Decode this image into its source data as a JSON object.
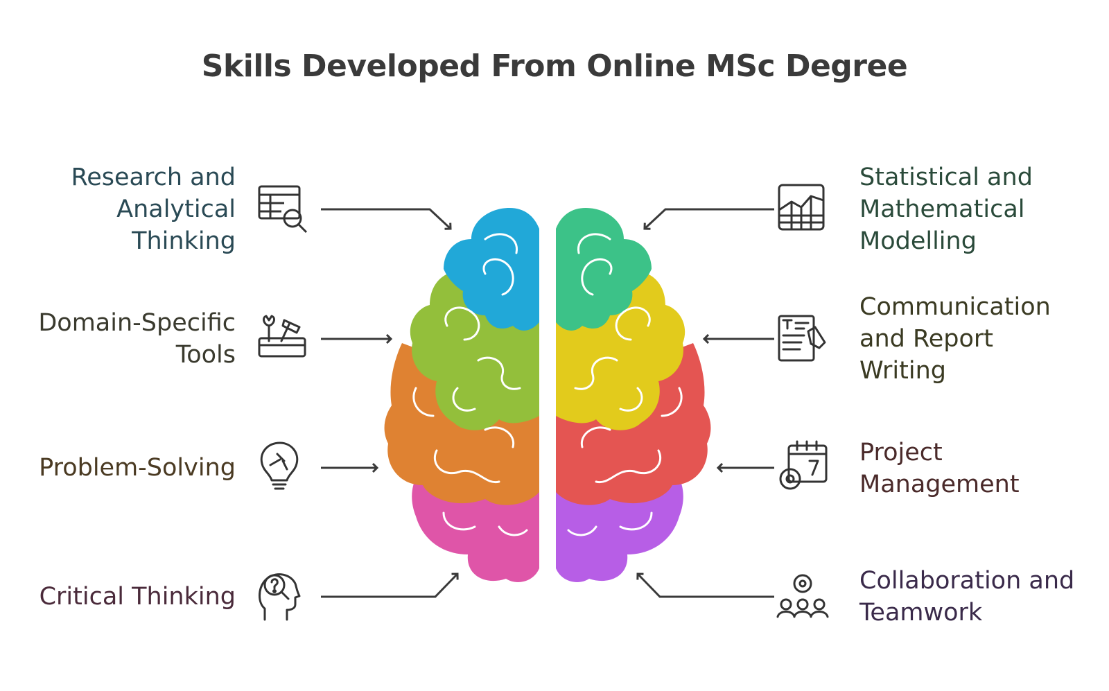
{
  "title": "Skills Developed From Online MSc Degree",
  "skills": {
    "research": {
      "lines": [
        "Research and",
        "Analytical",
        "Thinking"
      ],
      "color": "#2a4a55",
      "icon": "table-search-icon"
    },
    "domain": {
      "lines": [
        "Domain-Specific",
        "Tools"
      ],
      "color": "#3a3a2e",
      "icon": "toolbox-icon"
    },
    "problem": {
      "lines": [
        "Problem-Solving"
      ],
      "color": "#4a3a22",
      "icon": "lightbulb-puzzle-icon"
    },
    "critical": {
      "lines": [
        "Critical Thinking"
      ],
      "color": "#4a2a3a",
      "icon": "head-question-icon"
    },
    "statistical": {
      "lines": [
        "Statistical and",
        "Mathematical",
        "Modelling"
      ],
      "color": "#2a4a3a",
      "icon": "chart-grid-icon"
    },
    "communication": {
      "lines": [
        "Communication",
        "and Report",
        "Writing"
      ],
      "color": "#3a3a22",
      "icon": "document-pen-icon"
    },
    "project": {
      "lines": [
        "Project",
        "Management"
      ],
      "color": "#4a2a2a",
      "icon": "calendar-gear-icon"
    },
    "collaboration": {
      "lines": [
        "Collaboration and",
        "Teamwork"
      ],
      "color": "#3a2a4a",
      "icon": "team-gear-icon"
    }
  },
  "colors": {
    "blue": "#21a8d8",
    "lime": "#93bf3b",
    "orange": "#df8232",
    "pink": "#df55a8",
    "green": "#3cc288",
    "yellow": "#e2cb1c",
    "red": "#e45552",
    "purple": "#b75ee6"
  }
}
